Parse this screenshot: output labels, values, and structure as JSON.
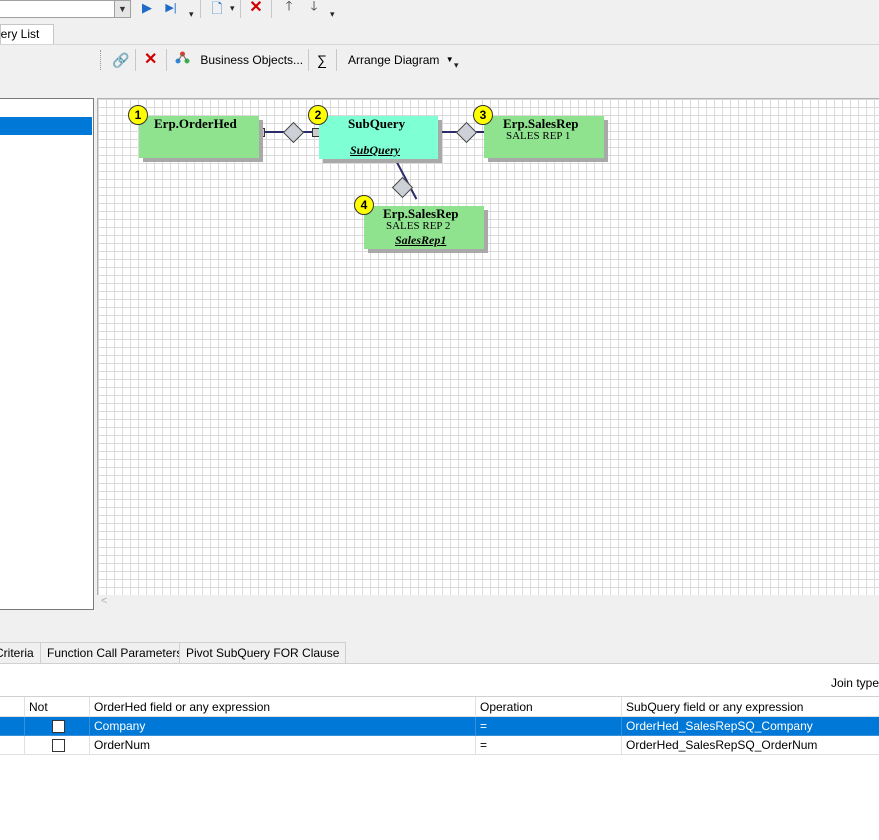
{
  "top_toolbar": {
    "combo_value": "",
    "icons": [
      "dropdown-arrow-icon",
      "play-icon",
      "step-icon",
      "new-document-icon",
      "delete-icon",
      "arrow-up-icon",
      "arrow-down-icon"
    ]
  },
  "tabs": {
    "query_list": "uery List"
  },
  "diagram_toolbar": {
    "business_objects_label": "Business Objects...",
    "sum_label": "∑",
    "arrange_label": "Arrange Diagram"
  },
  "diagram": {
    "nodes": [
      {
        "badge": "1",
        "title": "Erp.OrderHed",
        "subtitle": "",
        "alias": ""
      },
      {
        "badge": "2",
        "title": "SubQuery",
        "subtitle": "",
        "alias": "SubQuery"
      },
      {
        "badge": "3",
        "title": "Erp.SalesRep",
        "subtitle": "SALES REP 1",
        "alias": ""
      },
      {
        "badge": "4",
        "title": "Erp.SalesRep",
        "subtitle": "SALES REP 2",
        "alias": "SalesRep1"
      }
    ],
    "colors": {
      "table_node": "#8fe38f",
      "subquery_node": "#7fffd4",
      "badge": "#ffff00",
      "link": "#2b2b6b"
    }
  },
  "bottom_tabs": [
    "Criteria",
    "Function Call Parameters",
    "Pivot SubQuery FOR Clause"
  ],
  "join_label": "Join type",
  "grid": {
    "headers": [
      "Not",
      "OrderHed field or any expression",
      "Operation",
      "SubQuery field or any expression"
    ],
    "rows": [
      {
        "not": false,
        "left": "Company",
        "op": "=",
        "right": "OrderHed_SalesRepSQ_Company",
        "selected": true
      },
      {
        "not": false,
        "left": "OrderNum",
        "op": "=",
        "right": "OrderHed_SalesRepSQ_OrderNum",
        "selected": false
      }
    ],
    "selection_color": "#0078d7"
  }
}
